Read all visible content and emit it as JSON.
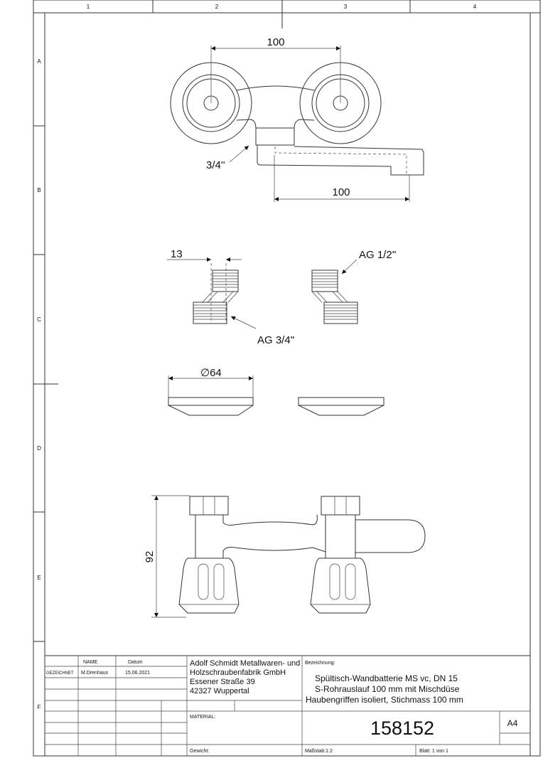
{
  "frame": {
    "columns": [
      "1",
      "2",
      "3",
      "4"
    ],
    "rows": [
      "A",
      "B",
      "C",
      "D",
      "E",
      "F"
    ]
  },
  "dimensions": {
    "top_spacing": "100",
    "spout_length": "100",
    "inlet_thread": "3/4''",
    "offset": "13",
    "thread_small": "AG 1/2''",
    "thread_large": "AG 3/4''",
    "rosette_diameter": "64",
    "diameter_symbol": "∅",
    "height": "92"
  },
  "title_block": {
    "name_header": "NAME",
    "date_header": "Datum",
    "drawn_label": "GEZEICHNET",
    "drawn_by": "M.Drenhaus",
    "drawn_date": "15.06.2021",
    "company_lines": [
      "Adolf Schmidt Metallwaren- und",
      "Holzschraubenfabrik GmbH",
      "Essener Straße 39",
      "42327 Wuppertal"
    ],
    "designation_label": "Bezeichnung:",
    "designation_lines": [
      "Spültisch-Wandbatterie MS vc, DN 15",
      "S-Rohrauslauf 100 mm mit Mischdüse",
      "Haubengriffen isoliert, Stichmass 100 mm"
    ],
    "material_label": "MATERIAL:",
    "drawing_number": "158152",
    "paper_size": "A4",
    "weight_label": "Gewicht:",
    "scale_label": "Maßstab:1:2",
    "sheet_label": "Blatt: 1 von 1"
  }
}
